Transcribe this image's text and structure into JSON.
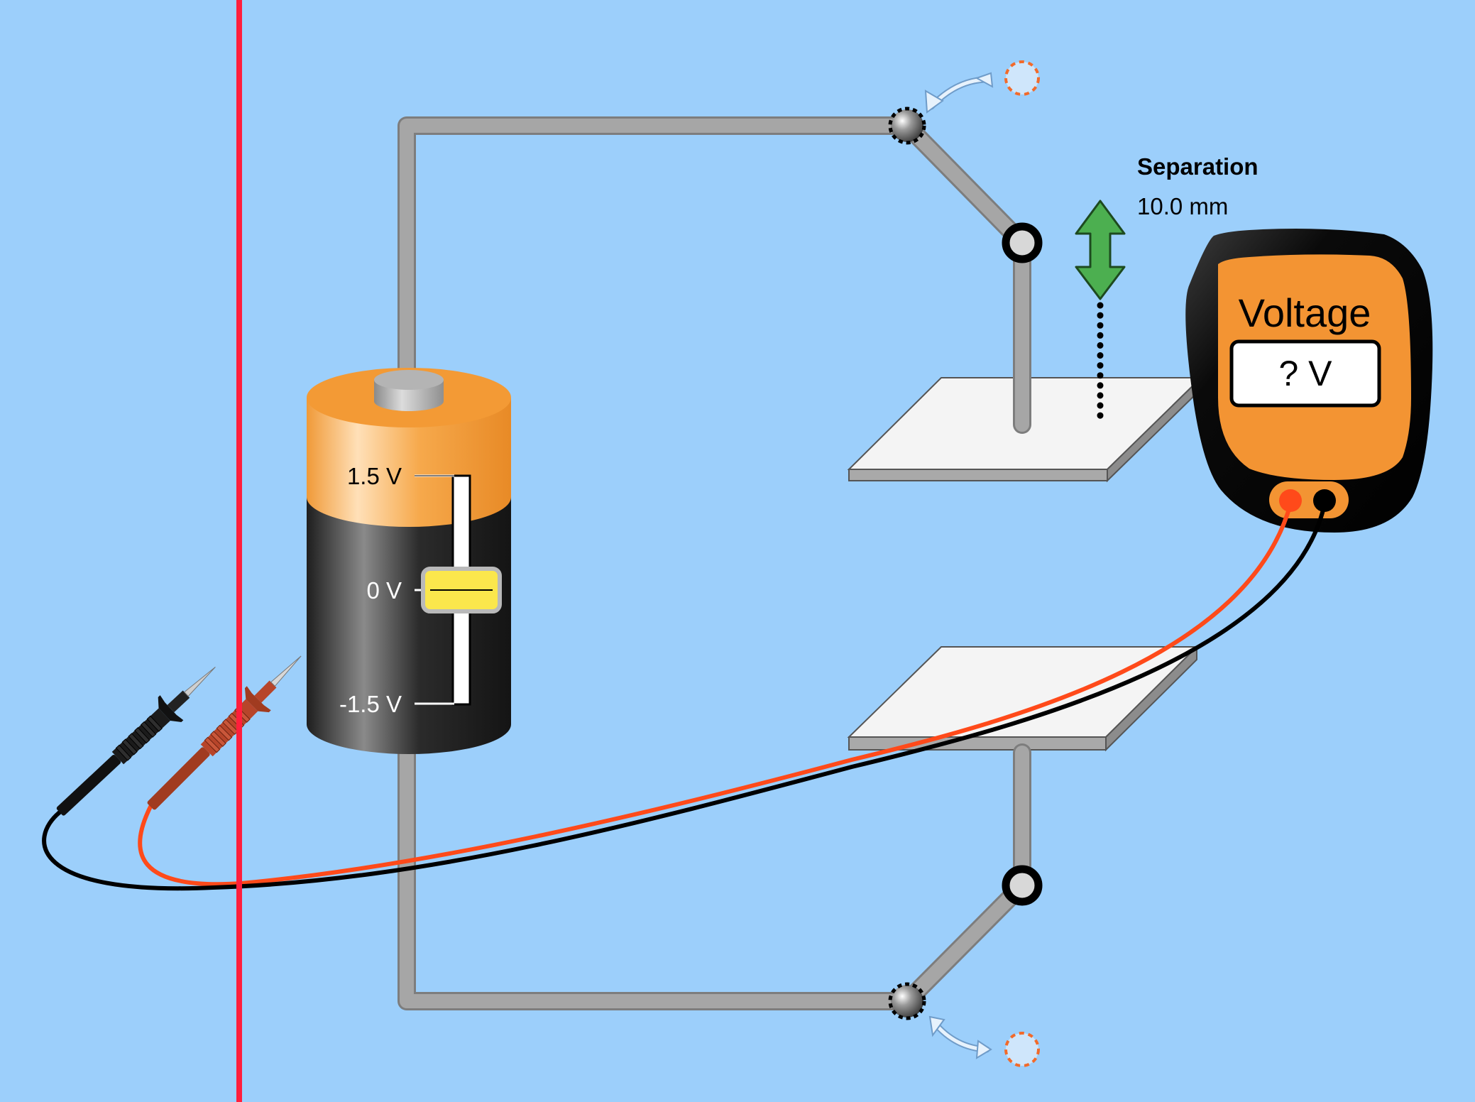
{
  "battery": {
    "max_label": "1.5 V",
    "mid_label": "0 V",
    "min_label": "-1.5 V",
    "current_voltage": 0,
    "voltage_range": [
      -1.5,
      1.5
    ]
  },
  "separation": {
    "title": "Separation",
    "value_text": "10.0 mm"
  },
  "voltmeter": {
    "title": "Voltage",
    "readout": "? V"
  },
  "colors": {
    "background": "#9ccffb",
    "battery_top": "#f6a94c",
    "battery_body": "#2a2a2a",
    "wire": "#a3a3a3",
    "meter_orange": "#f39433",
    "arrow_green": "#4caf50",
    "probe_red": "#ff4a1a",
    "probe_black": "#000000",
    "slider_knob": "#fbe74c",
    "cursor_line": "#ff1e3c"
  },
  "icons": {
    "separation_handle": "double-arrow-vertical-icon",
    "switch_top_hint": "curved-double-arrow-icon",
    "switch_bottom_hint": "curved-double-arrow-icon"
  }
}
